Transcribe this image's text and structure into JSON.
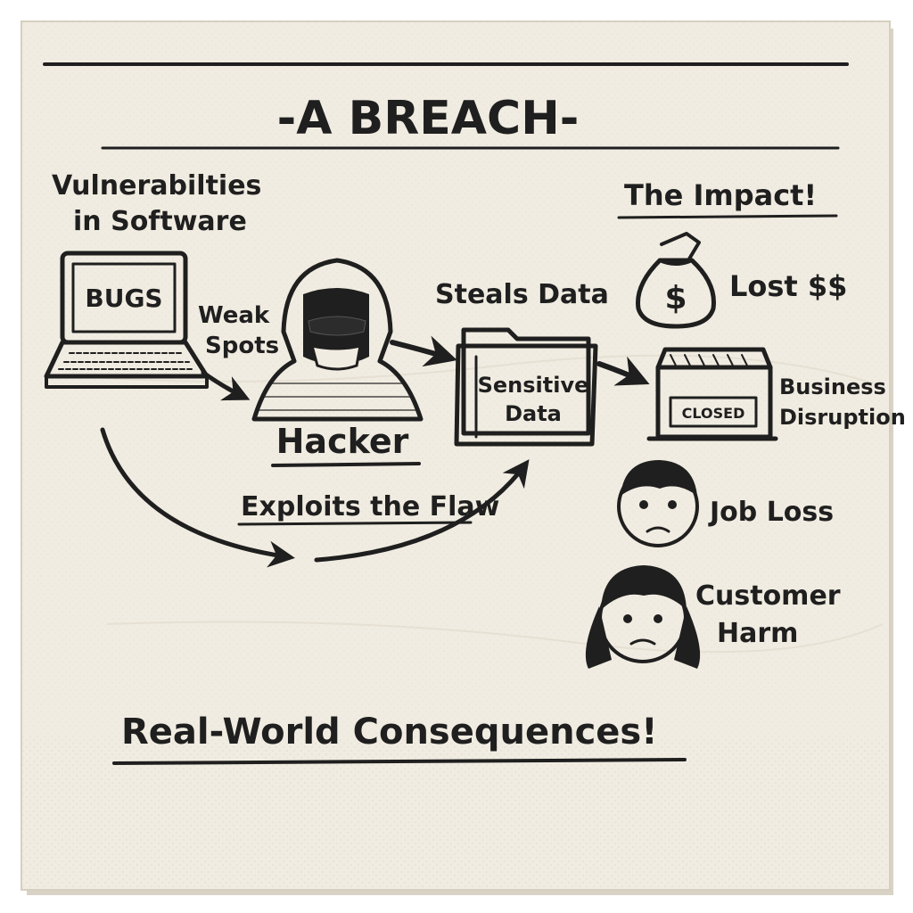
{
  "title": "-A BREACH-",
  "left_label": {
    "line1": "Vulnerabilties",
    "line2": "in Software"
  },
  "laptop_screen_text": "BUGS",
  "weak_spots": {
    "line1": "Weak",
    "line2": "Spots"
  },
  "hacker_label": "Hacker",
  "exploits_label": "Exploits the Flaw",
  "steals_label": "Steals Data",
  "folder_label": {
    "line1": "Sensitive",
    "line2": "Data"
  },
  "impact": {
    "heading": "The Impact!",
    "lost_money": "Lost $$",
    "money_bag_symbol": "$",
    "closed_sign": "CLOSED",
    "business": {
      "line1": "Business",
      "line2": "Disruption"
    },
    "job_loss": "Job Loss",
    "customer": {
      "line1": "Customer",
      "line2": "Harm"
    }
  },
  "footer": "Real-World Consequences!",
  "colors": {
    "napkin": "#f1ece1",
    "ink": "#1f1f1f",
    "background": "#ffffff"
  }
}
